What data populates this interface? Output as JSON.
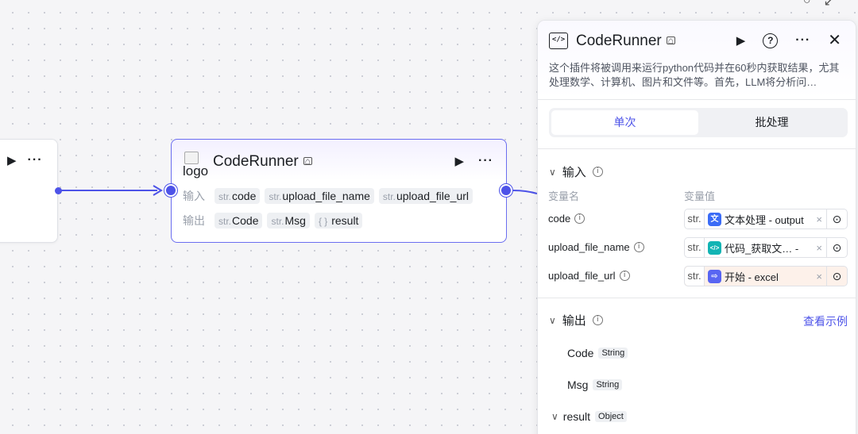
{
  "canvas": {
    "corner_icons": [
      "refresh-icon",
      "expand-icon"
    ]
  },
  "left_node": {
    "actions": [
      "play-icon",
      "more-icon"
    ]
  },
  "node": {
    "logo_alt": "logo",
    "title": "CodeRunner",
    "input_label": "输入",
    "output_label": "输出",
    "inputs": [
      {
        "type": "str.",
        "name": "code"
      },
      {
        "type": "str.",
        "name": "upload_file_name"
      },
      {
        "type": "str.",
        "name": "upload_file_url"
      }
    ],
    "outputs": [
      {
        "type": "str.",
        "name": "Code"
      },
      {
        "type": "str.",
        "name": "Msg"
      },
      {
        "type": "{ }",
        "name": "result"
      }
    ]
  },
  "panel": {
    "title": "CodeRunner",
    "code_icon": "</>",
    "help": "?",
    "more": "···",
    "close": "✕",
    "description": "这个插件将被调用来运行python代码并在60秒内获取结果，尤其处理数学、计算机、图片和文件等。首先，LLM将分析问…",
    "tabs": {
      "single": "单次",
      "batch": "批处理"
    },
    "input_section": "输入",
    "col_name": "变量名",
    "col_value": "变量值",
    "params": [
      {
        "name": "code",
        "type": "str.",
        "node": "文本处理",
        "ref": "文本处理 - output",
        "icon_color": "#3b6cf6",
        "icon": "文"
      },
      {
        "name": "upload_file_name",
        "type": "str.",
        "node": "代码_获取文…",
        "ref": "代码_获取文…   -",
        "icon_color": "#12b4b4",
        "icon": "</>"
      },
      {
        "name": "upload_file_url",
        "type": "str.",
        "node": "开始",
        "ref": "开始 - excel",
        "icon_color": "#5865f2",
        "icon": "⇨"
      }
    ],
    "output_section": "输出",
    "view_example": "查看示例",
    "outputs": [
      {
        "name": "Code",
        "type": "String"
      },
      {
        "name": "Msg",
        "type": "String"
      },
      {
        "name": "result",
        "type": "Object"
      }
    ]
  }
}
